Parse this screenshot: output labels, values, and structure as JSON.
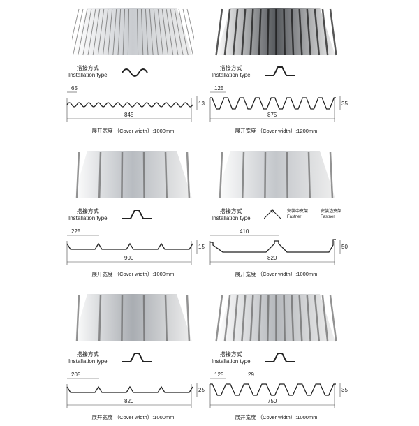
{
  "panels": [
    {
      "install_cn": "搭接方式",
      "install_en": "Installation type",
      "pitch": "65",
      "height": "13",
      "width": "845",
      "caption": "展开宽度 （Cover width）:1000mm",
      "profile": "sine",
      "photo_color": "#c9ccd0"
    },
    {
      "install_cn": "搭接方式",
      "install_en": "Installation type",
      "pitch": "125",
      "height": "35",
      "width": "875",
      "caption": "展开宽度 （Cover width）:1200mm",
      "profile": "trap",
      "photo_color": "#55585c"
    },
    {
      "install_cn": "搭接方式",
      "install_en": "Installation type",
      "pitch": "225",
      "height": "15",
      "width": "900",
      "caption": "展开宽度 （Cover width）:1000mm",
      "profile": "rib",
      "photo_color": "#b8bcc1"
    },
    {
      "install_cn": "搭接方式",
      "install_en": "Installation type",
      "pitch": "410",
      "height": "50",
      "width": "820",
      "caption": "展开宽度 （Cover width）:1000mm",
      "profile": "stand",
      "photo_color": "#c4c7cb",
      "fasteners": [
        {
          "cn": "安装中支架",
          "en": "Fastner"
        },
        {
          "cn": "安装边支架",
          "en": "Fastner"
        }
      ]
    },
    {
      "install_cn": "搭接方式",
      "install_en": "Installation type",
      "pitch": "205",
      "height": "25",
      "width": "820",
      "caption": "展开宽度 （Cover width）:1000mm",
      "profile": "rib2",
      "photo_color": "#a9adb2"
    },
    {
      "install_cn": "搭接方式",
      "install_en": "Installation type",
      "pitch": "125",
      "height": "35",
      "width": "750",
      "caption": "展开宽度 （Cover width）:1000mm",
      "profile": "trap2",
      "photo_color": "#b5b8bc",
      "rib_top": "29"
    }
  ]
}
